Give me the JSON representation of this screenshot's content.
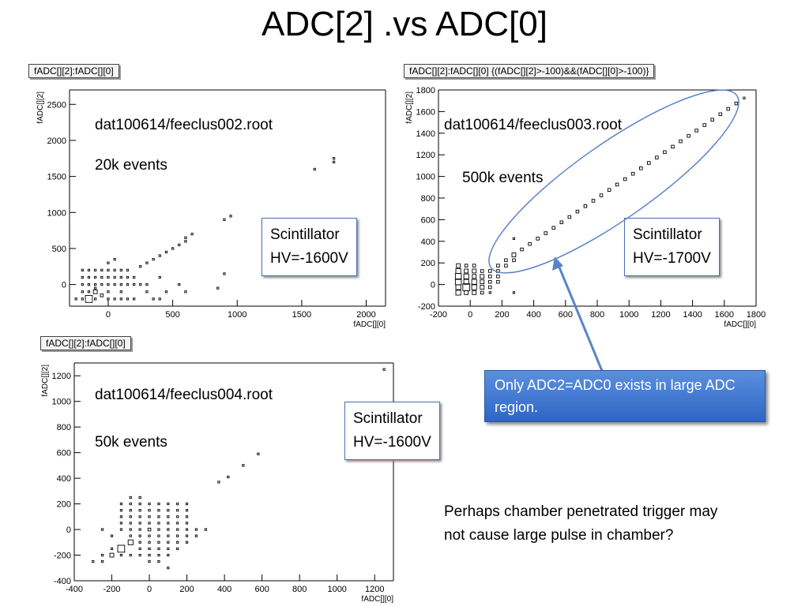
{
  "slide_title": "ADC[2] .vs ADC[0]",
  "plots": [
    {
      "label": "fADC[][2]:fADC[][0]",
      "file": "dat100614/feeclus002.root",
      "events": "20k events",
      "hv_box": [
        "Scintillator",
        "HV=-1600V"
      ]
    },
    {
      "label": "fADC[][2]:fADC[][0] {(fADC[][2]>-100)&&(fADC[][0]>-100)}",
      "file": "dat100614/feeclus003.root",
      "events": "500k events",
      "hv_box": [
        "Scintillator",
        "HV=-1700V"
      ]
    },
    {
      "label": "fADC[][2]:fADC[][0]",
      "file": "dat100614/feeclus004.root",
      "events": "50k events",
      "hv_box": [
        "Scintillator",
        "HV=-1600V"
      ]
    }
  ],
  "callout": "Only ADC2=ADC0 exists in large ADC region.",
  "note": [
    "Perhaps chamber penetrated trigger may",
    "not cause large pulse in chamber?"
  ],
  "colors": {
    "callout_fill": "#3a73d0",
    "box_border": "#4a6fb3",
    "arrow": "#5a84c8"
  },
  "chart_data": [
    {
      "type": "scatter",
      "title": "fADC[][2]:fADC[][0]",
      "xlabel": "fADC[][0]",
      "ylabel": "fADC[][2]",
      "xlim": [
        -300,
        2150
      ],
      "ylim": [
        -300,
        2700
      ],
      "xticks": [
        0,
        500,
        1000,
        1500,
        2000
      ],
      "yticks": [
        0,
        500,
        1000,
        1500,
        2000,
        2500
      ],
      "points": [
        [
          -200,
          -200,
          1
        ],
        [
          -100,
          -200,
          1
        ],
        [
          -100,
          -100,
          3
        ],
        [
          -150,
          -200,
          6
        ],
        [
          -50,
          -150,
          2
        ],
        [
          -200,
          -100,
          1
        ],
        [
          -250,
          -200,
          1
        ],
        [
          -150,
          -100,
          1
        ],
        [
          0,
          -200,
          1
        ],
        [
          50,
          -200,
          1
        ],
        [
          100,
          -200,
          1
        ],
        [
          150,
          -200,
          1
        ],
        [
          200,
          -200,
          1
        ],
        [
          -200,
          0,
          1
        ],
        [
          -150,
          0,
          1
        ],
        [
          -100,
          0,
          1
        ],
        [
          -50,
          0,
          1
        ],
        [
          0,
          0,
          1
        ],
        [
          50,
          0,
          1
        ],
        [
          100,
          0,
          1
        ],
        [
          150,
          0,
          1
        ],
        [
          200,
          0,
          1
        ],
        [
          -200,
          100,
          1
        ],
        [
          -150,
          100,
          1
        ],
        [
          -100,
          100,
          1
        ],
        [
          -50,
          100,
          1
        ],
        [
          0,
          100,
          1
        ],
        [
          50,
          100,
          1
        ],
        [
          100,
          100,
          1
        ],
        [
          150,
          100,
          1
        ],
        [
          200,
          100,
          1
        ],
        [
          -200,
          200,
          1
        ],
        [
          -150,
          200,
          1
        ],
        [
          -100,
          200,
          1
        ],
        [
          -50,
          200,
          1
        ],
        [
          0,
          200,
          1
        ],
        [
          50,
          200,
          1
        ],
        [
          100,
          200,
          1
        ],
        [
          150,
          200,
          1
        ],
        [
          -100,
          -50,
          1
        ],
        [
          0,
          -100,
          1
        ],
        [
          100,
          -100,
          1
        ],
        [
          0,
          300,
          1
        ],
        [
          50,
          350,
          1
        ],
        [
          250,
          250,
          1
        ],
        [
          300,
          300,
          1
        ],
        [
          350,
          350,
          1
        ],
        [
          400,
          400,
          1
        ],
        [
          450,
          450,
          1
        ],
        [
          500,
          500,
          1
        ],
        [
          550,
          550,
          1
        ],
        [
          600,
          600,
          1
        ],
        [
          600,
          650,
          1
        ],
        [
          650,
          700,
          1
        ],
        [
          250,
          0,
          1
        ],
        [
          300,
          -100,
          1
        ],
        [
          350,
          -200,
          1
        ],
        [
          400,
          100,
          1
        ],
        [
          450,
          -100,
          1
        ],
        [
          550,
          0,
          1
        ],
        [
          600,
          -100,
          1
        ],
        [
          900,
          900,
          1
        ],
        [
          950,
          950,
          1
        ],
        [
          850,
          -50,
          1
        ],
        [
          900,
          150,
          1
        ],
        [
          1600,
          1600,
          1
        ],
        [
          1750,
          1700,
          1
        ],
        [
          1750,
          1750,
          1
        ],
        [
          300,
          0,
          1
        ],
        [
          400,
          -200,
          1
        ]
      ]
    },
    {
      "type": "scatter",
      "title": "fADC[][2]:fADC[][0] {(fADC[][2]>-100)&&(fADC[][0]>-100)}",
      "xlabel": "fADC[][0]",
      "ylabel": "fADC[][2]",
      "xlim": [
        -200,
        1800
      ],
      "ylim": [
        -200,
        1800
      ],
      "xticks": [
        -200,
        0,
        200,
        400,
        600,
        800,
        1000,
        1200,
        1400,
        1600,
        1800
      ],
      "yticks": [
        -200,
        0,
        200,
        400,
        600,
        800,
        1000,
        1200,
        1400,
        1600,
        1800
      ],
      "points": [
        [
          -75,
          -75,
          4
        ],
        [
          -75,
          -25,
          4
        ],
        [
          -75,
          25,
          5
        ],
        [
          -75,
          75,
          5
        ],
        [
          -75,
          125,
          4
        ],
        [
          -75,
          175,
          3
        ],
        [
          -25,
          -75,
          3
        ],
        [
          -25,
          -25,
          6
        ],
        [
          -25,
          25,
          4
        ],
        [
          -25,
          75,
          4
        ],
        [
          -25,
          125,
          3
        ],
        [
          -25,
          175,
          2
        ],
        [
          25,
          -75,
          3
        ],
        [
          25,
          -25,
          4
        ],
        [
          25,
          25,
          4
        ],
        [
          25,
          75,
          3
        ],
        [
          25,
          125,
          3
        ],
        [
          25,
          175,
          2
        ],
        [
          75,
          -75,
          2
        ],
        [
          75,
          -25,
          3
        ],
        [
          75,
          25,
          3
        ],
        [
          75,
          75,
          3
        ],
        [
          75,
          125,
          2
        ],
        [
          125,
          -75,
          1
        ],
        [
          125,
          -25,
          2
        ],
        [
          125,
          25,
          2
        ],
        [
          125,
          75,
          2
        ],
        [
          125,
          125,
          2
        ],
        [
          175,
          25,
          2
        ],
        [
          175,
          75,
          2
        ],
        [
          175,
          125,
          2
        ],
        [
          175,
          175,
          2
        ],
        [
          225,
          175,
          2
        ],
        [
          225,
          225,
          2
        ],
        [
          275,
          275,
          3
        ],
        [
          275,
          225,
          2
        ],
        [
          275,
          -75,
          1
        ],
        [
          275,
          425,
          1
        ],
        [
          325,
          325,
          2
        ],
        [
          375,
          375,
          2
        ],
        [
          425,
          425,
          2
        ],
        [
          475,
          475,
          2
        ],
        [
          525,
          525,
          2
        ],
        [
          575,
          575,
          2
        ],
        [
          625,
          625,
          2
        ],
        [
          675,
          675,
          2
        ],
        [
          725,
          725,
          2
        ],
        [
          775,
          775,
          2
        ],
        [
          825,
          825,
          2
        ],
        [
          875,
          875,
          2
        ],
        [
          925,
          925,
          2
        ],
        [
          975,
          975,
          2
        ],
        [
          1025,
          1025,
          2
        ],
        [
          1075,
          1075,
          2
        ],
        [
          1125,
          1125,
          2
        ],
        [
          1175,
          1175,
          2
        ],
        [
          1225,
          1225,
          2
        ],
        [
          1275,
          1275,
          2
        ],
        [
          1325,
          1325,
          2
        ],
        [
          1375,
          1375,
          2
        ],
        [
          1425,
          1425,
          2
        ],
        [
          1475,
          1475,
          2
        ],
        [
          1525,
          1525,
          2
        ],
        [
          1575,
          1575,
          2
        ],
        [
          1625,
          1625,
          2
        ],
        [
          1675,
          1675,
          2
        ],
        [
          1725,
          1725,
          1
        ]
      ]
    },
    {
      "type": "scatter",
      "title": "fADC[][2]:fADC[][0]",
      "xlabel": "fADC[][0]",
      "ylabel": "fADC[][2]",
      "xlim": [
        -400,
        1300
      ],
      "ylim": [
        -400,
        1300
      ],
      "xticks": [
        -400,
        -200,
        0,
        200,
        400,
        600,
        800,
        1000,
        1200
      ],
      "yticks": [
        -400,
        -200,
        0,
        200,
        400,
        600,
        800,
        1000,
        1200
      ],
      "points": [
        [
          -300,
          -250,
          1
        ],
        [
          -250,
          -250,
          1
        ],
        [
          -200,
          -200,
          3
        ],
        [
          -150,
          -150,
          6
        ],
        [
          -100,
          -100,
          4
        ],
        [
          -250,
          -200,
          1
        ],
        [
          -200,
          -150,
          1
        ],
        [
          -150,
          -200,
          1
        ],
        [
          -100,
          -200,
          1
        ],
        [
          -200,
          -50,
          1
        ],
        [
          -250,
          0,
          1
        ],
        [
          -150,
          0,
          1
        ],
        [
          -100,
          0,
          1
        ],
        [
          -50,
          0,
          1
        ],
        [
          0,
          0,
          2
        ],
        [
          50,
          0,
          1
        ],
        [
          100,
          0,
          1
        ],
        [
          150,
          0,
          1
        ],
        [
          200,
          0,
          1
        ],
        [
          -150,
          50,
          1
        ],
        [
          -100,
          50,
          1
        ],
        [
          -50,
          50,
          1
        ],
        [
          0,
          50,
          1
        ],
        [
          50,
          50,
          1
        ],
        [
          100,
          50,
          1
        ],
        [
          150,
          50,
          1
        ],
        [
          200,
          50,
          1
        ],
        [
          -150,
          100,
          1
        ],
        [
          -100,
          100,
          1
        ],
        [
          -50,
          100,
          1
        ],
        [
          0,
          100,
          1
        ],
        [
          50,
          100,
          1
        ],
        [
          100,
          100,
          1
        ],
        [
          150,
          100,
          1
        ],
        [
          200,
          100,
          1
        ],
        [
          -150,
          150,
          1
        ],
        [
          -100,
          150,
          1
        ],
        [
          -50,
          150,
          1
        ],
        [
          0,
          150,
          1
        ],
        [
          50,
          150,
          1
        ],
        [
          100,
          150,
          1
        ],
        [
          150,
          150,
          1
        ],
        [
          200,
          150,
          1
        ],
        [
          -150,
          200,
          1
        ],
        [
          -100,
          200,
          1
        ],
        [
          -50,
          200,
          1
        ],
        [
          0,
          200,
          1
        ],
        [
          50,
          200,
          1
        ],
        [
          100,
          200,
          1
        ],
        [
          150,
          200,
          1
        ],
        [
          200,
          200,
          1
        ],
        [
          -100,
          -50,
          1
        ],
        [
          -50,
          -50,
          1
        ],
        [
          0,
          -50,
          1
        ],
        [
          50,
          -50,
          1
        ],
        [
          100,
          -50,
          1
        ],
        [
          150,
          -50,
          1
        ],
        [
          200,
          -50,
          1
        ],
        [
          -50,
          -100,
          1
        ],
        [
          0,
          -100,
          1
        ],
        [
          50,
          -100,
          1
        ],
        [
          100,
          -100,
          1
        ],
        [
          150,
          -100,
          1
        ],
        [
          200,
          -100,
          1
        ],
        [
          -50,
          -150,
          1
        ],
        [
          0,
          -150,
          1
        ],
        [
          50,
          -150,
          1
        ],
        [
          100,
          -150,
          1
        ],
        [
          150,
          -150,
          1
        ],
        [
          -50,
          -200,
          1
        ],
        [
          0,
          -200,
          1
        ],
        [
          50,
          -200,
          1
        ],
        [
          100,
          -200,
          1
        ],
        [
          0,
          -250,
          1
        ],
        [
          50,
          -250,
          1
        ],
        [
          100,
          -300,
          1
        ],
        [
          -100,
          250,
          1
        ],
        [
          -50,
          250,
          1
        ],
        [
          250,
          0,
          1
        ],
        [
          250,
          -50,
          1
        ],
        [
          300,
          0,
          1
        ],
        [
          370,
          370,
          1
        ],
        [
          420,
          410,
          1
        ],
        [
          500,
          500,
          1
        ],
        [
          580,
          590,
          1
        ],
        [
          1250,
          1250,
          1
        ]
      ]
    }
  ]
}
